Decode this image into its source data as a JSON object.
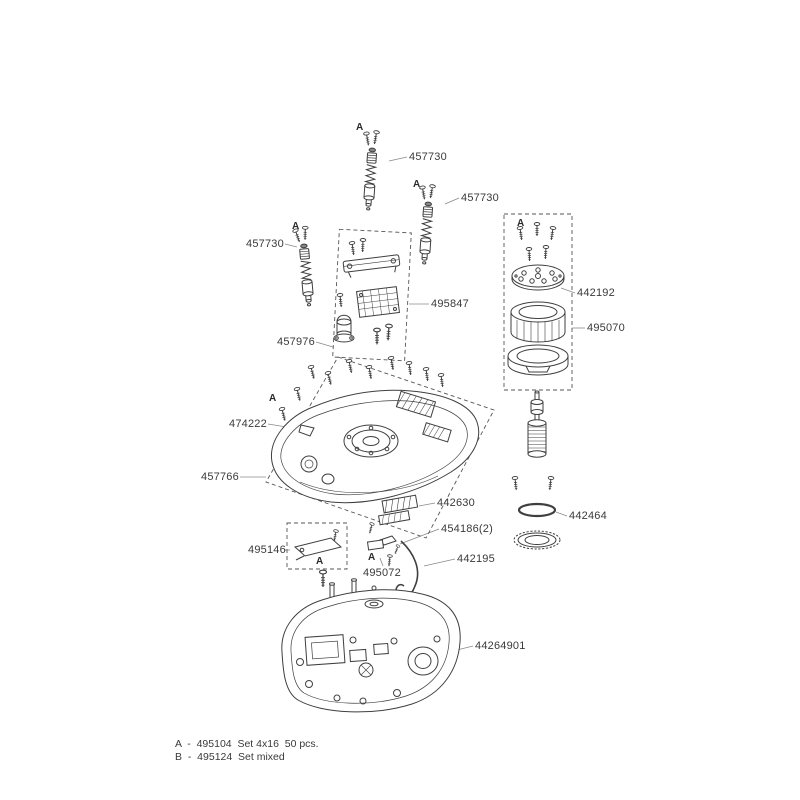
{
  "app": {
    "type": "exploded-parts-diagram",
    "background": "#ffffff",
    "line_color": "#3f3f3f"
  },
  "diagram": {
    "marker": "A",
    "labels": [
      {
        "part": "457730"
      },
      {
        "part": "457730"
      },
      {
        "part": "457730"
      },
      {
        "part": "495847"
      },
      {
        "part": "442192"
      },
      {
        "part": "495070"
      },
      {
        "part": "457976"
      },
      {
        "part": "474222"
      },
      {
        "part": "457766"
      },
      {
        "part": "442630"
      },
      {
        "part": "454186(2)"
      },
      {
        "part": "442464"
      },
      {
        "part": "495146"
      },
      {
        "part": "442195"
      },
      {
        "part": "495072"
      },
      {
        "part": "44264901"
      }
    ],
    "legend": [
      {
        "line": "A  -  495104  Set 4x16  50 pcs."
      },
      {
        "line": "B  -  495124  Set mixed"
      }
    ]
  }
}
